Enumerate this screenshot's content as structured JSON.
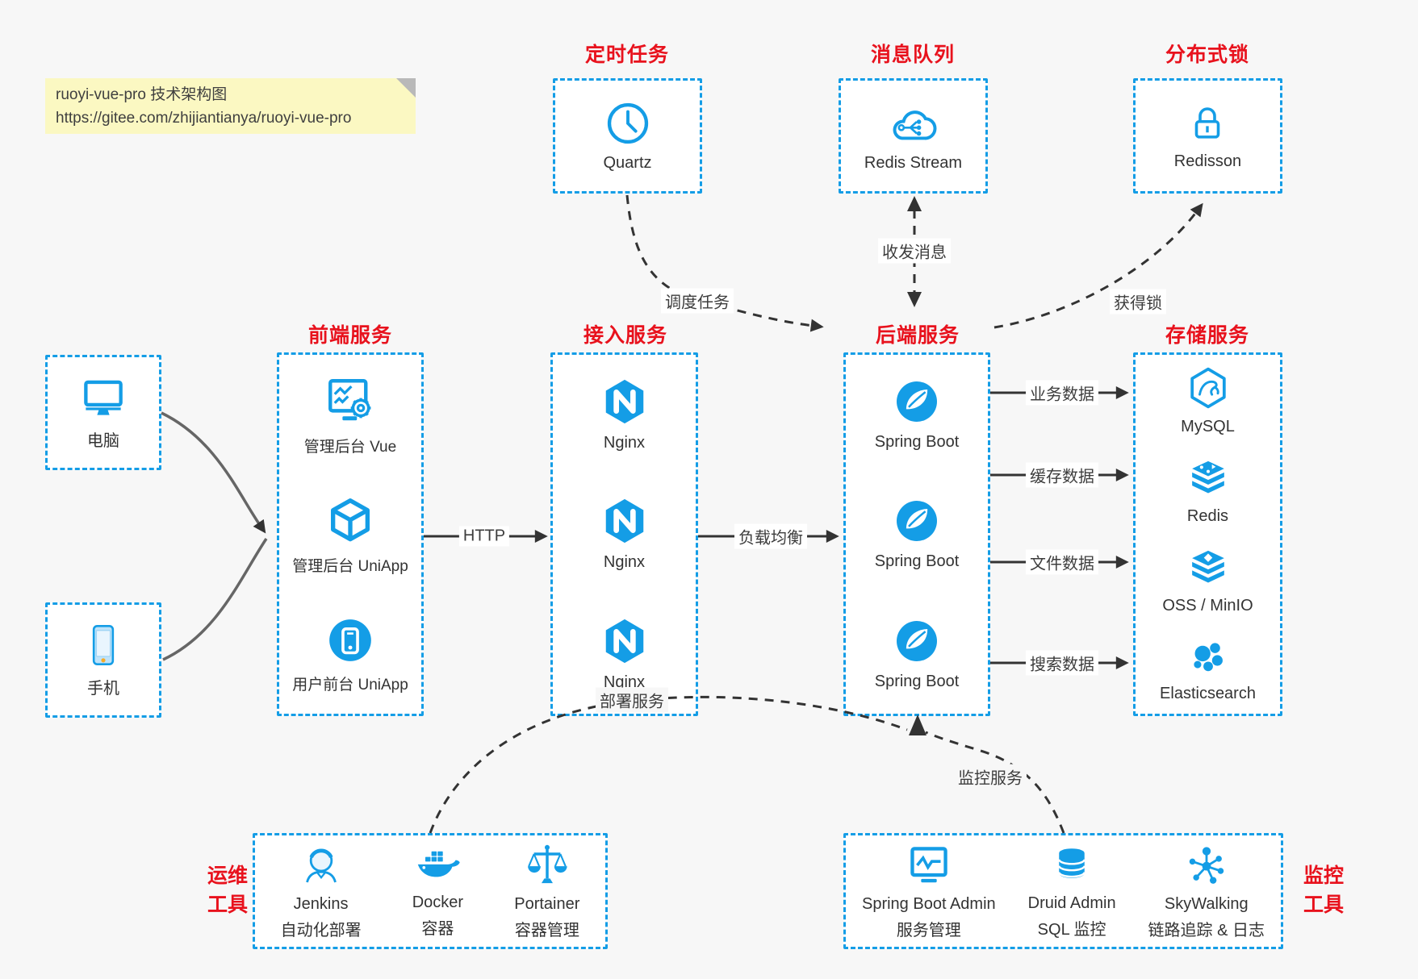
{
  "note": {
    "title": "ruoyi-vue-pro 技术架构图",
    "url": "https://gitee.com/zhijiantianya/ruoyi-vue-pro"
  },
  "colors": {
    "accent": "#149de6",
    "title_red": "#e8121d",
    "background": "#f7f7f7",
    "note_bg": "#fbf8c2",
    "arrow": "#333333",
    "client_connector": "#666666"
  },
  "top_groups": [
    {
      "title": "定时任务",
      "item": {
        "label": "Quartz",
        "icon": "clock-icon"
      }
    },
    {
      "title": "消息队列",
      "item": {
        "label": "Redis Stream",
        "icon": "cloud-stream-icon"
      }
    },
    {
      "title": "分布式锁",
      "item": {
        "label": "Redisson",
        "icon": "lock-icon"
      }
    }
  ],
  "clients": [
    {
      "label": "电脑",
      "icon": "desktop-icon"
    },
    {
      "label": "手机",
      "icon": "smartphone-icon"
    }
  ],
  "columns": [
    {
      "title": "前端服务",
      "items": [
        {
          "label": "管理后台 Vue",
          "icon": "admin-vue-icon"
        },
        {
          "label": "管理后台 UniApp",
          "icon": "uniapp-cube-icon"
        },
        {
          "label": "用户前台 UniApp",
          "icon": "user-app-icon"
        }
      ]
    },
    {
      "title": "接入服务",
      "items": [
        {
          "label": "Nginx",
          "icon": "nginx-icon"
        },
        {
          "label": "Nginx",
          "icon": "nginx-icon"
        },
        {
          "label": "Nginx",
          "icon": "nginx-icon"
        }
      ]
    },
    {
      "title": "后端服务",
      "items": [
        {
          "label": "Spring Boot",
          "icon": "spring-boot-icon"
        },
        {
          "label": "Spring Boot",
          "icon": "spring-boot-icon"
        },
        {
          "label": "Spring Boot",
          "icon": "spring-boot-icon"
        }
      ]
    },
    {
      "title": "存储服务",
      "items": [
        {
          "label": "MySQL",
          "icon": "mysql-icon"
        },
        {
          "label": "Redis",
          "icon": "redis-icon"
        },
        {
          "label": "OSS / MinIO",
          "icon": "minio-icon"
        },
        {
          "label": "Elasticsearch",
          "icon": "elasticsearch-icon"
        }
      ]
    }
  ],
  "bottom_groups": [
    {
      "title_line1": "运维",
      "title_line2": "工具",
      "items": [
        {
          "label": "Jenkins",
          "sublabel": "自动化部署",
          "icon": "jenkins-icon"
        },
        {
          "label": "Docker",
          "sublabel": "容器",
          "icon": "docker-icon"
        },
        {
          "label": "Portainer",
          "sublabel": "容器管理",
          "icon": "portainer-icon"
        }
      ]
    },
    {
      "title_line1": "监控",
      "title_line2": "工具",
      "items": [
        {
          "label": "Spring Boot Admin",
          "sublabel": "服务管理",
          "icon": "monitor-pulse-icon"
        },
        {
          "label": "Druid Admin",
          "sublabel": "SQL 监控",
          "icon": "database-icon"
        },
        {
          "label": "SkyWalking",
          "sublabel": "链路追踪 & 日志",
          "icon": "skywalking-icon"
        }
      ]
    }
  ],
  "edges": {
    "http": "HTTP",
    "load_balance": "负载均衡",
    "business_data": "业务数据",
    "cache_data": "缓存数据",
    "file_data": "文件数据",
    "search_data": "搜索数据",
    "schedule": "调度任务",
    "message": "收发消息",
    "lock": "获得锁",
    "deploy": "部署服务",
    "monitor": "监控服务"
  }
}
